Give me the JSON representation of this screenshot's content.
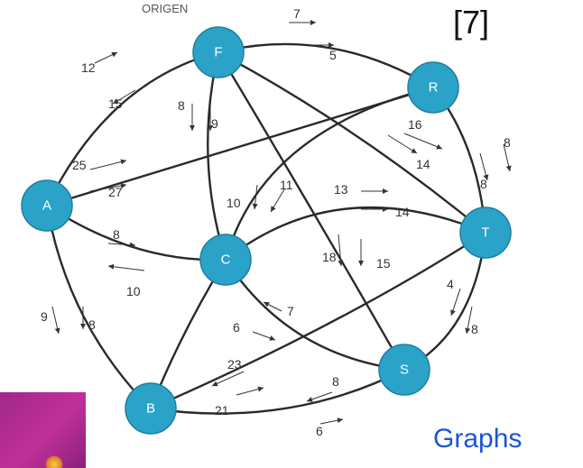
{
  "diagram": {
    "header_label": "ORIGEN",
    "bracket_label": "[7]",
    "caption": "Graphs",
    "caption_color": "#1a55d6",
    "node_color": "#2ba3c8",
    "logo_color": "#a0288a",
    "nodes": [
      {
        "id": "F",
        "label": "F"
      },
      {
        "id": "R",
        "label": "R"
      },
      {
        "id": "A",
        "label": "A"
      },
      {
        "id": "C",
        "label": "C"
      },
      {
        "id": "T",
        "label": "T"
      },
      {
        "id": "S",
        "label": "S"
      },
      {
        "id": "B",
        "label": "B"
      }
    ],
    "edges": [
      {
        "from": "A",
        "to": "F",
        "weights": [
          "12",
          "15"
        ]
      },
      {
        "from": "F",
        "to": "R",
        "weights": [
          "7",
          "5"
        ]
      },
      {
        "from": "F",
        "to": "C",
        "weights": [
          "8",
          "9"
        ]
      },
      {
        "from": "F",
        "to": "T",
        "weights": [
          "16",
          "14"
        ]
      },
      {
        "from": "F",
        "to": "S",
        "weights": [
          "18",
          "15"
        ]
      },
      {
        "from": "A",
        "to": "R",
        "weights": [
          "25",
          "27"
        ]
      },
      {
        "from": "R",
        "to": "T",
        "weights": [
          "8",
          "8"
        ]
      },
      {
        "from": "R",
        "to": "C",
        "weights": [
          "11",
          "10"
        ]
      },
      {
        "from": "A",
        "to": "C",
        "weights": [
          "8",
          "10"
        ]
      },
      {
        "from": "A",
        "to": "B",
        "weights": [
          "9",
          "8"
        ]
      },
      {
        "from": "C",
        "to": "T",
        "weights": [
          "13",
          "14"
        ]
      },
      {
        "from": "C",
        "to": "S",
        "weights": [
          "7",
          "6"
        ]
      },
      {
        "from": "C",
        "to": "B",
        "weights": []
      },
      {
        "from": "T",
        "to": "S",
        "weights": [
          "4",
          "8"
        ]
      },
      {
        "from": "T",
        "to": "B",
        "weights": [
          "23",
          "21"
        ]
      },
      {
        "from": "B",
        "to": "S",
        "weights": [
          "8",
          "6"
        ]
      }
    ]
  }
}
